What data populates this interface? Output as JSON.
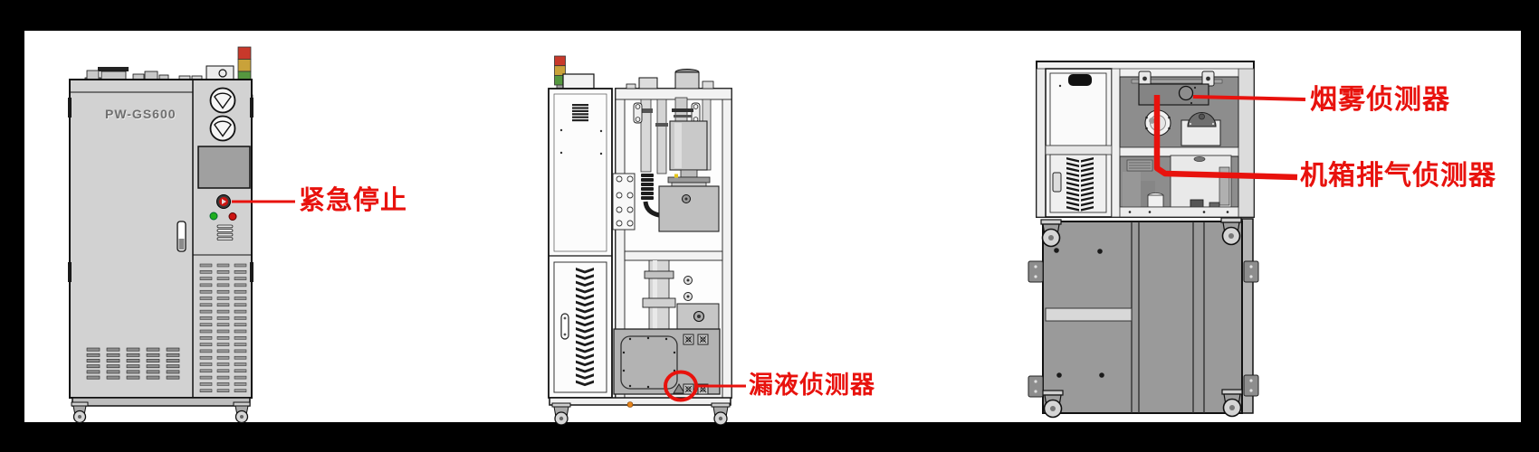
{
  "page": {
    "background": "#000000",
    "canvas_color": "#ffffff"
  },
  "machine": {
    "model_label": "PW-GS600"
  },
  "annotations": {
    "emergency_stop": "紧急停止",
    "leak_detector": "漏液侦测器",
    "smoke_detector": "烟雾侦测器",
    "chassis_exhaust_detector": "机箱排气侦测器"
  },
  "colors": {
    "annotation_red": "#e8120d",
    "tower_red": "#c8392b",
    "tower_amber": "#c9a23a",
    "tower_green": "#55973f",
    "estop_button_red": "#cc1512",
    "indicator_green": "#1fae1f",
    "indicator_red": "#cc1512",
    "leak_point_orange": "#e5841b",
    "body_gray_light": "#d2d2d2",
    "body_gray_dark": "#8f8f8f"
  }
}
